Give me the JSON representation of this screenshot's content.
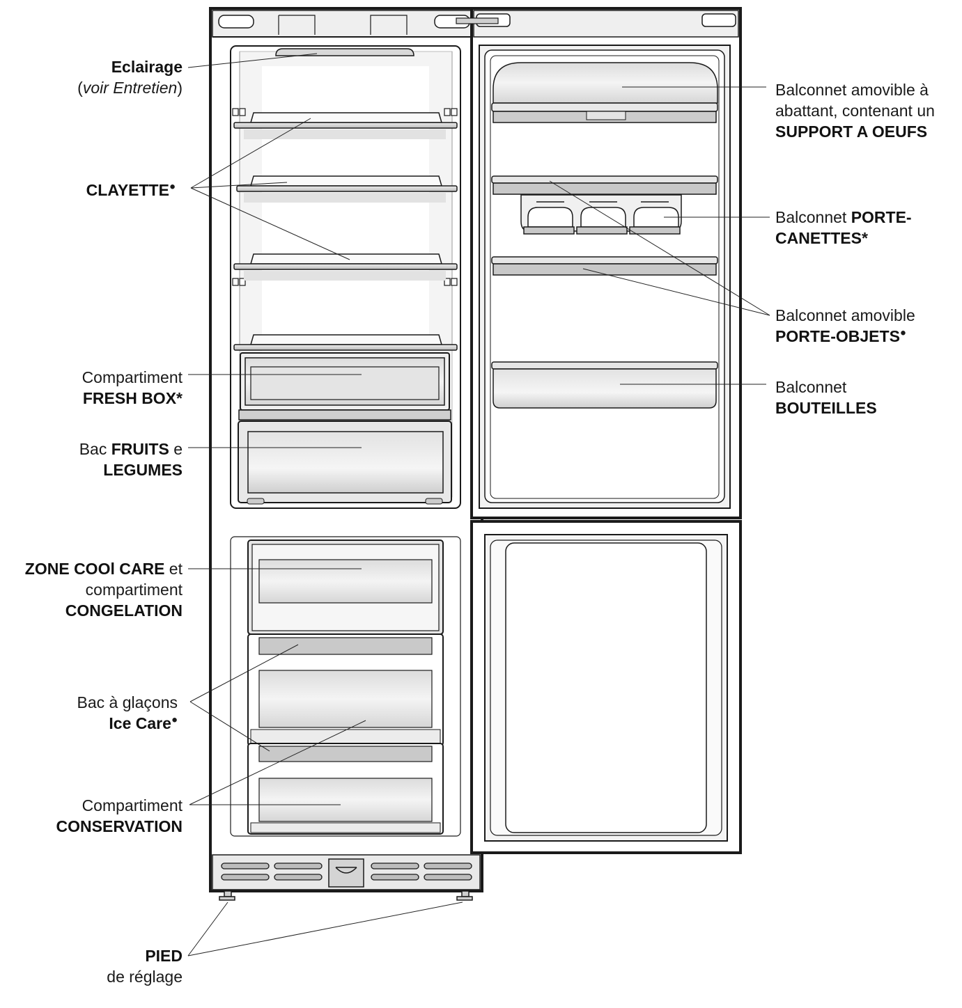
{
  "labels": {
    "eclairage": {
      "title": "Eclairage",
      "note_open": "(",
      "note": "voir Entretien",
      "note_close": ")"
    },
    "clayette": {
      "title": "CLAYETTE",
      "mark": "●"
    },
    "fresh_box": {
      "line1": "Compartiment",
      "line2": "FRESH BOX",
      "mark": "*"
    },
    "fruits": {
      "pre": "Bac ",
      "bold1": "FRUITS",
      "post": " e",
      "line2": "LEGUMES"
    },
    "zone": {
      "bold1": "ZONE COOl CARE",
      "post": " et",
      "line2": "compartiment",
      "line3": "CONGELATION"
    },
    "ice": {
      "line1": "Bac à glaçons",
      "line2": "Ice Care",
      "mark": "●"
    },
    "conservation": {
      "line1": "Compartiment",
      "line2": "CONSERVATION"
    },
    "pied": {
      "line1": "PIED",
      "line2": "de réglage"
    },
    "oeufs": {
      "line1": "Balconnet amovible à",
      "line2": "abattant, contenant un",
      "line3": "SUPPORT A OEUFS"
    },
    "canettes": {
      "pre": "Balconnet ",
      "bold1": "PORTE-",
      "line2": "CANETTES",
      "mark": "*"
    },
    "objets": {
      "line1": "Balconnet amovible",
      "line2": "PORTE-OBJETS",
      "mark": "●"
    },
    "bouteilles": {
      "line1": "Balconnet",
      "line2": "BOUTEILLES"
    }
  },
  "colors": {
    "outline": "#1a1a1a",
    "panel": "#e6e6e6",
    "shade": "#d4d4d4",
    "line": "#222222"
  }
}
